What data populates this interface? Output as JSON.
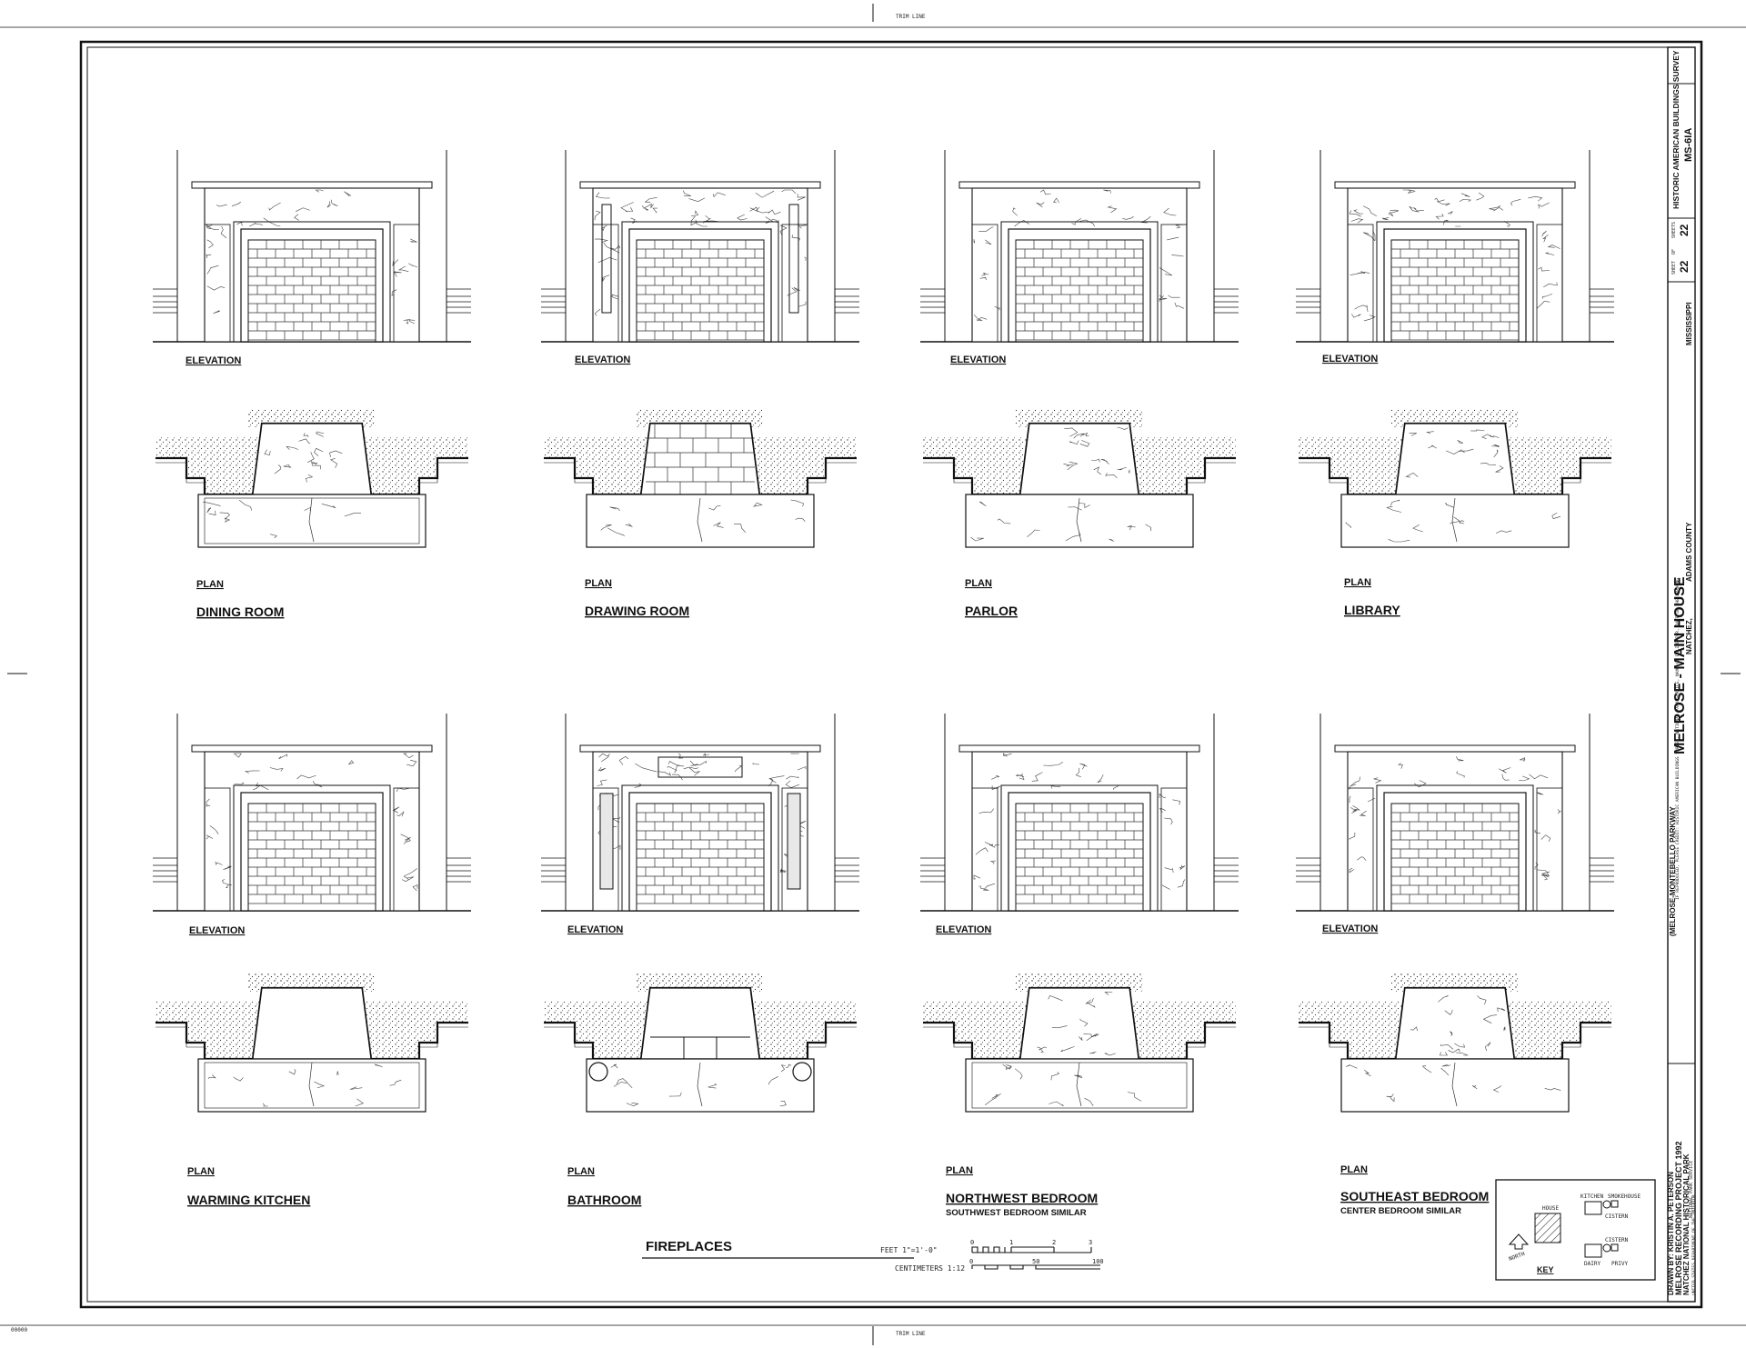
{
  "trim_line": "TRIM LINE",
  "sheet_id": "00000",
  "title_block": {
    "survey": "HISTORIC AMERICAN BUILDINGS SURVEY",
    "survey_number": "MS-6IA",
    "sheet_label": "SHEET",
    "of_label": "OF",
    "sheets_label": "SHEETS",
    "sheet_number": "22",
    "sheet_total": "22",
    "building_name": "MELROSE - MAIN HOUSE",
    "address": "(MELROSE-MONTEBELLO PARKWAY",
    "city": "NATCHEZ,",
    "county": "ADAMS COUNTY",
    "state": "MISSISSIPPI",
    "credit_line": "IF REPRODUCED, PLEASE CREDIT: HISTORIC AMERICAN BUILDINGS SURVEY, NATIONAL PARK SERVICE, NAME OF DELINEATOR, DATE OF THE DRAWING",
    "drawn_by": "DRAWN BY: KRISTIN A. PETERSON",
    "project": "MELROSE RECORDING PROJECT 1992",
    "park": "NATCHEZ NATIONAL HISTORICAL PARK",
    "agency": "NATIONAL PARK SERVICE",
    "department": "UNITED STATES DEPARTMENT OF THE INTERIOR"
  },
  "labels": {
    "elevation": "ELEVATION",
    "plan": "PLAN"
  },
  "rooms": [
    {
      "name": "DINING ROOM",
      "note": ""
    },
    {
      "name": "DRAWING ROOM",
      "note": ""
    },
    {
      "name": "PARLOR",
      "note": ""
    },
    {
      "name": "LIBRARY",
      "note": ""
    },
    {
      "name": "WARMING KITCHEN",
      "note": ""
    },
    {
      "name": "BATHROOM",
      "note": ""
    },
    {
      "name": "NORTHWEST BEDROOM",
      "note": "SOUTHWEST BEDROOM SIMILAR"
    },
    {
      "name": "SOUTHEAST BEDROOM",
      "note": "CENTER BEDROOM SIMILAR"
    }
  ],
  "drawing_title": "FIREPLACES",
  "scale": {
    "feet_label": "FEET  1\"=1'-0\"",
    "feet_ticks": [
      "0",
      "1",
      "2",
      "3"
    ],
    "cm_label": "CENTIMETERS  1:12",
    "cm_ticks": [
      "0",
      "50",
      "100"
    ]
  },
  "key": {
    "title": "KEY",
    "house": "HOUSE",
    "kitchen": "KITCHEN",
    "smokehouse": "SMOKEHOUSE",
    "cistern": "CISTERN",
    "dairy": "DAIRY",
    "privy": "PRIVY",
    "north": "NORTH"
  }
}
